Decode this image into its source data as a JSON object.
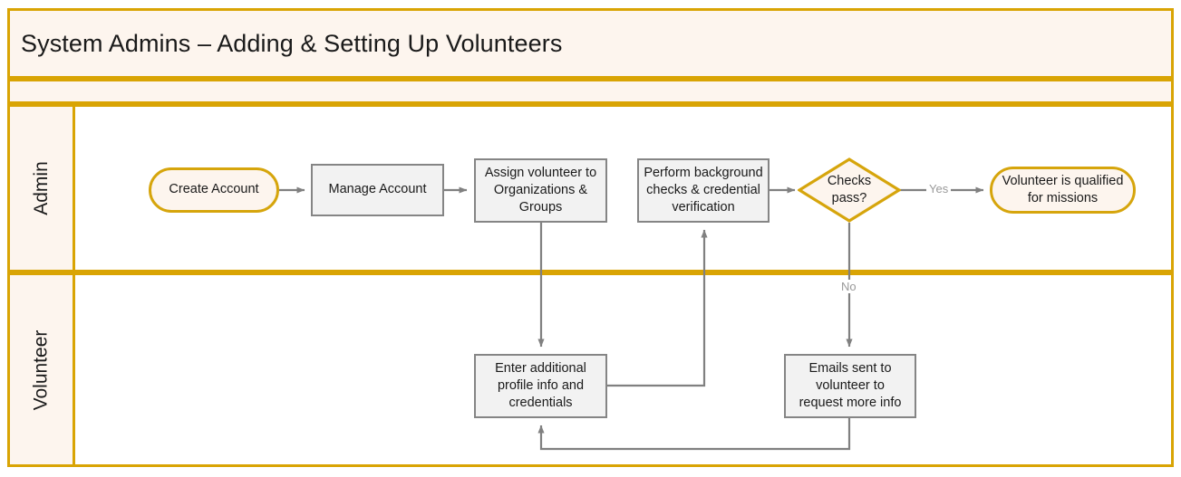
{
  "diagram": {
    "title": "System Admins – Adding & Setting Up Volunteers",
    "type": "swimlane-flowchart",
    "colors": {
      "lane_border": "#D9A404",
      "lane_header_fill": "#FDF5EE",
      "terminator_border": "#D6A50C",
      "terminator_fill": "#FDF5EE",
      "process_border": "#858585",
      "process_fill": "#F2F2F2",
      "connector": "#808080",
      "connector_label": "#9a9a9a"
    },
    "lanes": [
      {
        "id": "admin",
        "label": "Admin"
      },
      {
        "id": "volunteer",
        "label": "Volunteer"
      }
    ],
    "nodes": [
      {
        "id": "create-account",
        "lane": "admin",
        "shape": "terminator",
        "label": "Create Account"
      },
      {
        "id": "manage-account",
        "lane": "admin",
        "shape": "process",
        "label": "Manage Account"
      },
      {
        "id": "assign-volunteer",
        "lane": "admin",
        "shape": "process",
        "label": "Assign volunteer to Organizations & Groups"
      },
      {
        "id": "background-checks",
        "lane": "admin",
        "shape": "process",
        "label": "Perform background checks & credential verification"
      },
      {
        "id": "checks-pass",
        "lane": "admin",
        "shape": "decision",
        "label": "Checks pass?"
      },
      {
        "id": "qualified",
        "lane": "admin",
        "shape": "terminator",
        "label": "Volunteer is qualified for missions"
      },
      {
        "id": "enter-profile-info",
        "lane": "volunteer",
        "shape": "process",
        "label": "Enter additional profile info and credentials"
      },
      {
        "id": "emails-sent",
        "lane": "volunteer",
        "shape": "process",
        "label": "Emails sent to volunteer to request more info"
      }
    ],
    "node_labels": {
      "create_account": "Create Account",
      "manage_account": "Manage Account",
      "assign_volunteer_l1": "Assign volunteer to",
      "assign_volunteer_l2": "Organizations &",
      "assign_volunteer_l3": "Groups",
      "background_l1": "Perform background",
      "background_l2": "checks & credential",
      "background_l3": "verification",
      "checks_l1": "Checks",
      "checks_l2": "pass?",
      "qualified_l1": "Volunteer is qualified",
      "qualified_l2": "for missions",
      "enter_info_l1": "Enter additional",
      "enter_info_l2": "profile info and",
      "enter_info_l3": "credentials",
      "emails_l1": "Emails sent to",
      "emails_l2": "volunteer to",
      "emails_l3": "request more info"
    },
    "edges": [
      {
        "id": "e1",
        "from": "create-account",
        "to": "manage-account",
        "label": ""
      },
      {
        "id": "e2",
        "from": "manage-account",
        "to": "assign-volunteer",
        "label": ""
      },
      {
        "id": "e3",
        "from": "assign-volunteer",
        "to": "enter-profile-info",
        "label": ""
      },
      {
        "id": "e4",
        "from": "enter-profile-info",
        "to": "background-checks",
        "label": ""
      },
      {
        "id": "e5",
        "from": "background-checks",
        "to": "checks-pass",
        "label": ""
      },
      {
        "id": "e6",
        "from": "checks-pass",
        "to": "qualified",
        "label": "Yes"
      },
      {
        "id": "e7",
        "from": "checks-pass",
        "to": "emails-sent",
        "label": "No"
      },
      {
        "id": "e8",
        "from": "emails-sent",
        "to": "enter-profile-info",
        "label": ""
      }
    ],
    "edge_labels": {
      "yes": "Yes",
      "no": "No"
    }
  }
}
